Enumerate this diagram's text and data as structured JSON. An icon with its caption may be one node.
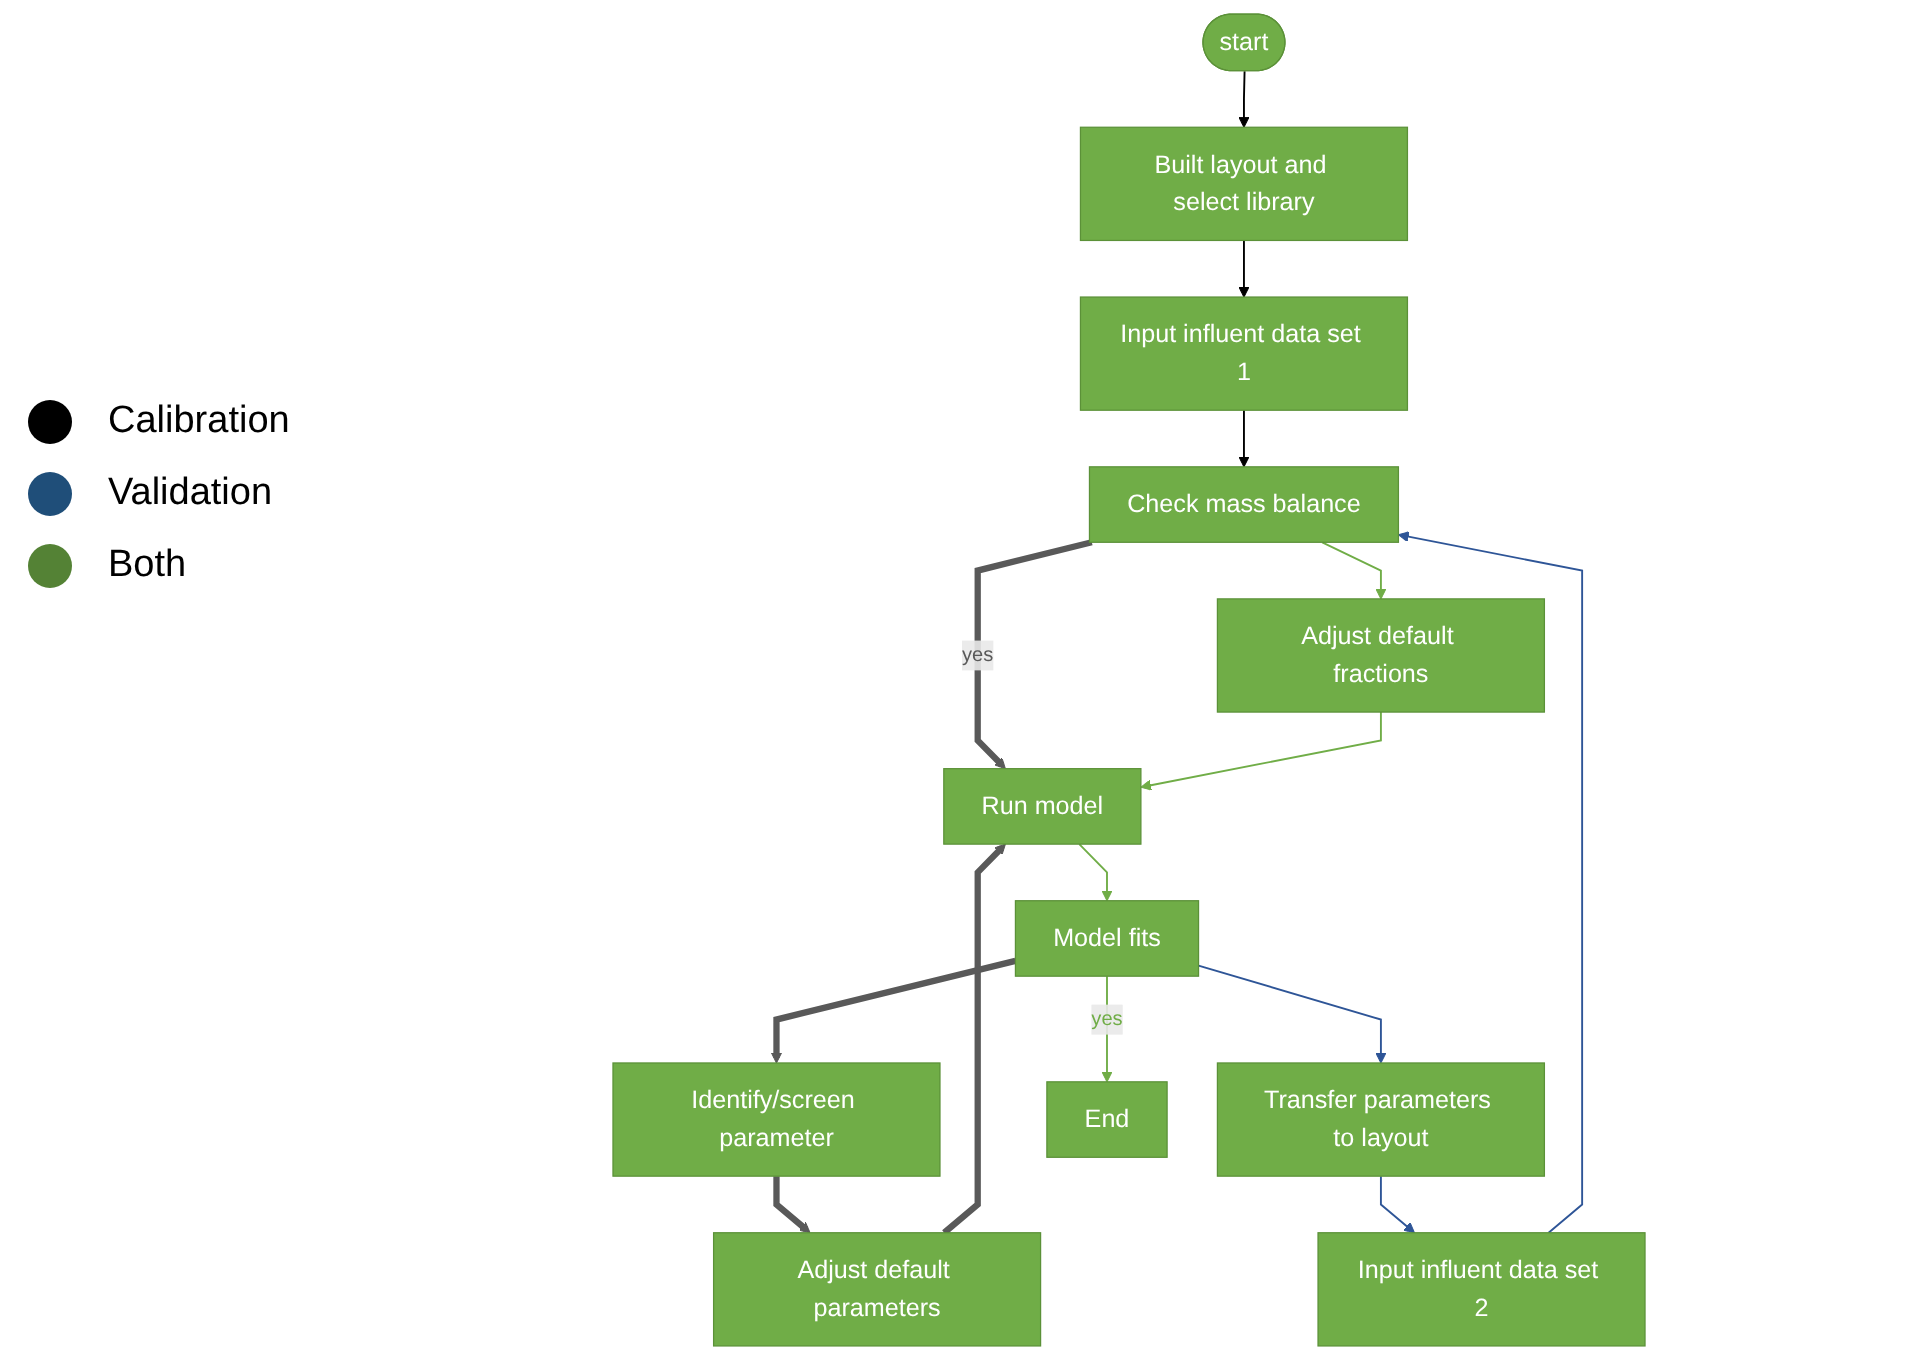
{
  "diagram": {
    "nodes": [
      {
        "text": [
          "start"
        ]
      },
      {
        "text": [
          "Built layout and select library"
        ]
      },
      {
        "text": [
          "Input influent data set 1"
        ]
      },
      {
        "text": [
          "Check mass balance"
        ]
      },
      {
        "text": [
          "Input influent data set 2"
        ]
      },
      {
        "text": [
          "Adjust default fractions"
        ]
      },
      {
        "text": [
          "Transfer parameters to layout"
        ]
      },
      {
        "text": [
          "Adjust default parameters"
        ]
      },
      {
        "text": [
          "Run model"
        ]
      },
      {
        "text": [
          "Identify/screen parameter"
        ]
      },
      {
        "text": [
          "Model fits"
        ]
      },
      {
        "text": [
          "End"
        ]
      }
    ],
    "edges": [
      {
        "from": 0,
        "to": 1,
        "arrow": "to",
        "color": "#000000"
      },
      {
        "from": 1,
        "to": 2,
        "arrow": "to",
        "color": "#000000"
      },
      {
        "from": 2,
        "to": 3,
        "arrow": "to",
        "color": "#000000"
      },
      {
        "from": 4,
        "to": 3,
        "arrow": "to",
        "color": "#2e5597"
      },
      {
        "from": 3,
        "to": 8,
        "arrow": "to",
        "label": "yes",
        "style": "thick",
        "color": "#595959"
      },
      {
        "from": 3,
        "to": 5,
        "arrow": "to"
      },
      {
        "from": 5,
        "to": 8,
        "arrow": "to"
      },
      {
        "from": 7,
        "to": 8,
        "arrow": "to",
        "style": "thick",
        "color": "#595959"
      },
      {
        "from": 8,
        "to": 10,
        "arrow": "to"
      },
      {
        "from": 10,
        "to": 9,
        "arrow": "to",
        "style": "thick",
        "color": "#595959"
      },
      {
        "from": 9,
        "to": 7,
        "arrow": "to",
        "style": "thick",
        "color": "#595959"
      },
      {
        "from": 10,
        "to": 11,
        "arrow": "to",
        "label": "yes"
      },
      {
        "from": 10,
        "to": 6,
        "arrow": "to",
        "color": "#2e5597"
      },
      {
        "from": 6,
        "to": 4,
        "arrow": "to",
        "color": "#2e5597"
      }
    ],
    "legend": [
      {
        "text": "Calibration",
        "color": "#000000"
      },
      {
        "text": "Validation",
        "color": "#1f4e79"
      },
      {
        "text": "Both",
        "color": "#548235"
      }
    ]
  }
}
